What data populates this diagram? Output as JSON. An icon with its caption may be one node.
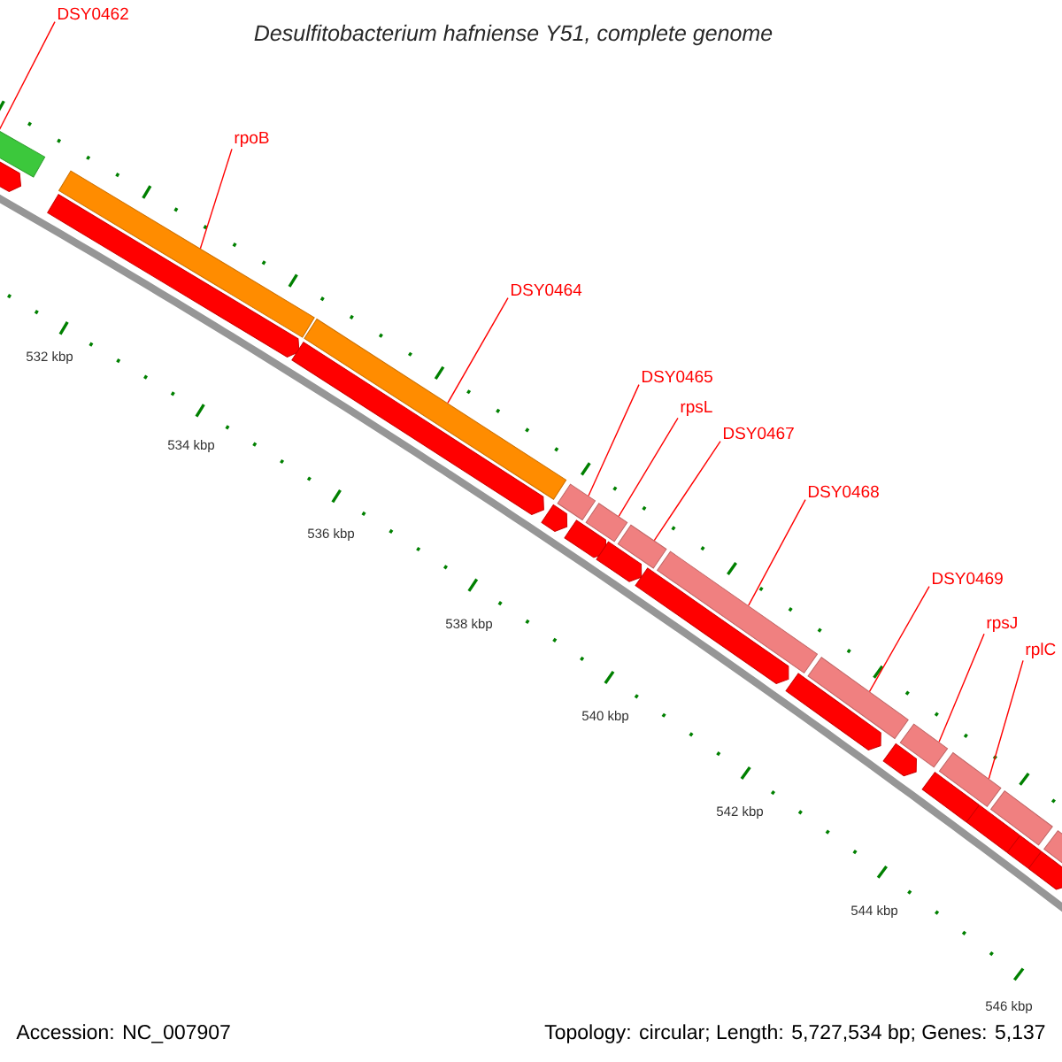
{
  "diagram": {
    "title": "Desulfitobacterium hafniense Y51, complete genome",
    "nodes": [
      {
        "text": [
          "DSY0462"
        ]
      },
      {
        "text": [
          "rpoB"
        ]
      },
      {
        "text": [
          "DSY0464"
        ]
      },
      {
        "text": [
          "DSY0465"
        ]
      },
      {
        "text": [
          "rpsL"
        ]
      },
      {
        "text": [
          "DSY0467"
        ]
      },
      {
        "text": [
          "DSY0468"
        ]
      },
      {
        "text": [
          "DSY0469"
        ]
      },
      {
        "text": [
          "rpsJ"
        ]
      },
      {
        "text": [
          "rplC"
        ]
      },
      {
        "text": [],
        "shape": "bar"
      },
      {
        "text": [],
        "shape": "bar"
      },
      {
        "text": [],
        "shape": "bar"
      },
      {
        "text": [],
        "shape": "bar"
      },
      {
        "text": [],
        "shape": "bar"
      },
      {
        "text": [],
        "shape": "bar"
      },
      {
        "text": [],
        "shape": "bar"
      },
      {
        "text": [],
        "shape": "bar"
      },
      {
        "text": [],
        "shape": "bar"
      },
      {
        "text": [],
        "shape": "bar"
      },
      {
        "text": [],
        "shape": "bar"
      },
      {
        "text": [],
        "shape": "bar"
      },
      {
        "text": [],
        "shape": "pentagon"
      },
      {
        "text": [],
        "shape": "pentagon"
      },
      {
        "text": [],
        "shape": "pentagon"
      },
      {
        "text": [],
        "shape": "pentagon"
      },
      {
        "text": [],
        "shape": "pentagon"
      },
      {
        "text": [],
        "shape": "pentagon"
      },
      {
        "text": [],
        "shape": "pentagon"
      },
      {
        "text": [],
        "shape": "pentagon"
      },
      {
        "text": [],
        "shape": "pentagon"
      },
      {
        "text": [],
        "shape": "pentagon"
      },
      {
        "text": [],
        "shape": "pentagon"
      },
      {
        "text": [],
        "shape": "pentagon"
      },
      {
        "text": [],
        "shape": "pentagon"
      }
    ],
    "edges": [
      {
        "from": 0,
        "to": 10,
        "arrow": "none"
      },
      {
        "from": 1,
        "to": 11,
        "arrow": "none"
      },
      {
        "from": 2,
        "to": 12,
        "arrow": "none"
      },
      {
        "from": 3,
        "to": 13,
        "arrow": "none"
      },
      {
        "from": 4,
        "to": 14,
        "arrow": "none"
      },
      {
        "from": 5,
        "to": 15,
        "arrow": "none"
      },
      {
        "from": 6,
        "to": 16,
        "arrow": "none"
      },
      {
        "from": 7,
        "to": 17,
        "arrow": "none"
      },
      {
        "from": 8,
        "to": 18,
        "arrow": "none"
      },
      {
        "from": 9,
        "to": 19,
        "arrow": "none"
      }
    ],
    "labels": [
      "532 kbp",
      "534 kbp",
      "536 kbp",
      "538 kbp",
      "540 kbp",
      "542 kbp",
      "544 kbp",
      "546 kbp",
      "Accession: NC_007907",
      "Topology: circular; Length: 5,727,534 bp; Genes: 5,137"
    ]
  }
}
